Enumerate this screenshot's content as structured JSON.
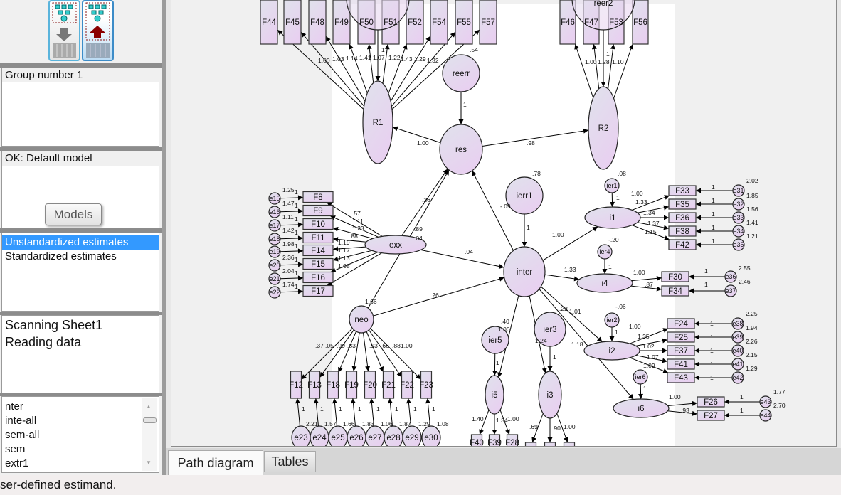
{
  "left_panel": {
    "toolbar": {
      "view_input_icon": "input-diagram-icon",
      "view_output_icon": "output-diagram-icon"
    },
    "groups": [
      "Group number 1"
    ],
    "models": [
      "OK: Default model"
    ],
    "models_tooltip": "Models",
    "estimate_types": [
      "Unstandardized estimates",
      "Standardized estimates"
    ],
    "selected_estimate_type": "Unstandardized estimates",
    "log": [
      "Scanning Sheet1",
      "Reading data"
    ],
    "files": [
      "nter",
      "inte-all",
      "sem-all",
      "sem",
      "extr1"
    ]
  },
  "tabs": [
    "Path diagram",
    "Tables"
  ],
  "active_tab": "Path diagram",
  "status": "ser-defined estimand.",
  "diagram": {
    "nodes": [
      "F44",
      "F45",
      "F48",
      "F49",
      "F50",
      "F51",
      "F52",
      "F54",
      "F55",
      "F57",
      "F46",
      "F47",
      "F53",
      "F56",
      "reer2",
      "R1",
      "R2",
      "reerr",
      "res",
      "inter",
      "ierr1",
      "exx",
      "neo",
      "F8",
      "F9",
      "F10",
      "F11",
      "F14",
      "F15",
      "F16",
      "F17",
      "e15",
      "e16",
      "e17",
      "e18",
      "e19",
      "e20",
      "e21",
      "e22",
      "F12",
      "F13",
      "F18",
      "F19",
      "F20",
      "F21",
      "F22",
      "F23",
      "e23",
      "e24",
      "e25",
      "e26",
      "e27",
      "e28",
      "e29",
      "e30",
      "i1",
      "ier1",
      "F33",
      "F35",
      "F36",
      "F38",
      "F42",
      "e31",
      "e32",
      "e33",
      "e34",
      "e35",
      "i4",
      "ier4",
      "F30",
      "F34",
      "e36",
      "e37",
      "i2",
      "ier2",
      "F24",
      "F25",
      "F37",
      "F41",
      "F43",
      "e38",
      "e39",
      "e40",
      "e41",
      "e42",
      "i6",
      "ier6",
      "F26",
      "F27",
      "e43",
      "e44",
      "ier3",
      "i3",
      "ier5",
      "i5",
      "F40",
      "F39",
      "F28"
    ],
    "estimates": [
      "1.00",
      "1.03",
      "1.14",
      "1.41",
      "1.07",
      "1.22",
      "1.43",
      "1.29",
      "1.32",
      "1",
      ".54",
      "1.00",
      "1.28",
      "1.10",
      "1",
      ".08",
      "1",
      "1.00",
      ".98",
      ".26",
      ".89",
      ".04",
      "1.66",
      ".78",
      "-.09",
      "1",
      ".04",
      ".26",
      "1.00",
      "1.33",
      ".57",
      "1.11",
      "1.23",
      ".88",
      "1.19",
      "1.17",
      "1.13",
      "1.08",
      "1.25",
      "1.47",
      "1.11",
      "1.42",
      "1.98",
      "2.36",
      "2.04",
      "1.74",
      "1",
      "1",
      "1",
      "1",
      "1",
      "1",
      "1",
      "1",
      ".37",
      ".05",
      ".90",
      ".83",
      ".93",
      ".66",
      ".88",
      "1.00",
      "1",
      "1",
      "1",
      "1",
      "1",
      "1",
      "1",
      "1",
      "2.21",
      "1.57",
      "1.66",
      "1.83",
      "1.06",
      "1.87",
      "1.29",
      "1.08",
      "1",
      "1.00",
      "1.33",
      "1.34",
      "1.37",
      "1.15",
      "1",
      "1",
      "1",
      "1",
      "1",
      "2.02",
      "1.85",
      "1.56",
      "1.41",
      "1.21",
      "-.20",
      "1",
      "1.00",
      ".87",
      "1",
      "1",
      "2.55",
      "2.46",
      "-.06",
      "1",
      "1.00",
      "1.35",
      "1.02",
      "1.07",
      "1.09",
      "1",
      "1",
      "1",
      "1",
      "1",
      "2.25",
      "1.94",
      "2.26",
      "2.15",
      "1.29",
      ".22",
      "1.01",
      "1.18",
      "1",
      "1.00",
      ".93",
      "1",
      "1",
      "1.77",
      "2.70",
      ".40",
      "1.00",
      "1.24",
      "1",
      "1",
      "1.40",
      "1.34",
      "1.00",
      ".69",
      ".90",
      "1.00"
    ]
  },
  "colors": {
    "selection": "#3399ff",
    "node_top": "#e0e2ec",
    "node_bottom": "#e6d2ee"
  }
}
